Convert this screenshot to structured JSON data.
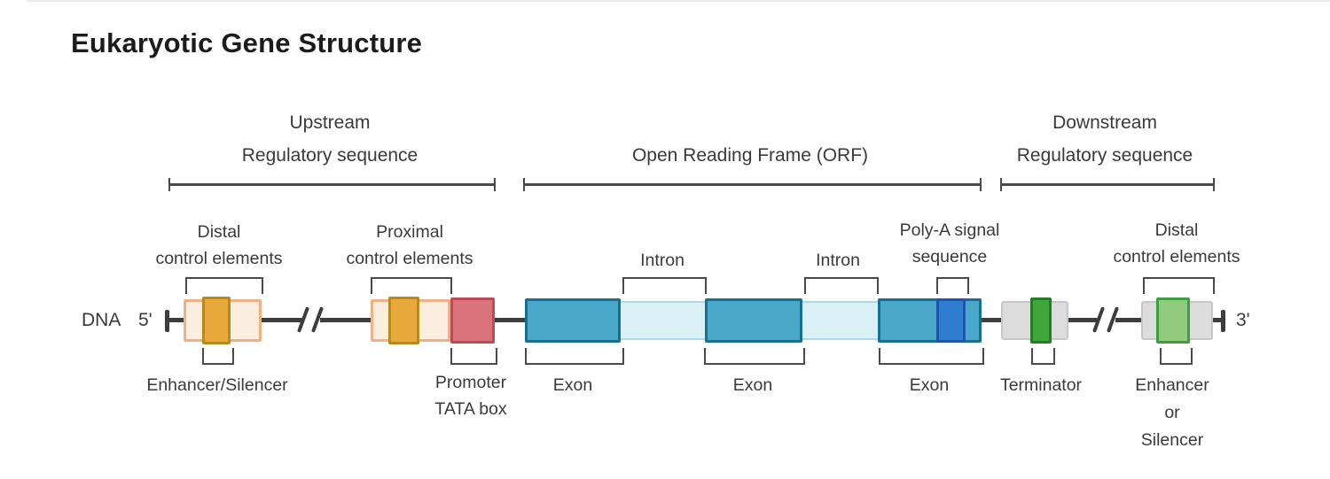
{
  "page": {
    "title": "Eukaryotic Gene Structure"
  },
  "sections": {
    "upstream": {
      "line1": "Upstream",
      "line2": "Regulatory sequence"
    },
    "orf": {
      "label": "Open Reading Frame (ORF)"
    },
    "downstream": {
      "line1": "Downstream",
      "line2": "Regulatory sequence"
    }
  },
  "dna": {
    "label": "DNA",
    "five_prime": "5'",
    "three_prime": "3'"
  },
  "upstream_features": {
    "distal": {
      "line1": "Distal",
      "line2": "control elements"
    },
    "enhancer_silencer": "Enhancer/Silencer",
    "proximal": {
      "line1": "Proximal",
      "line2": "control elements"
    },
    "promoter": {
      "line1": "Promoter",
      "line2": "TATA box"
    }
  },
  "orf_features": {
    "intron1": "Intron",
    "intron2": "Intron",
    "polya": {
      "line1": "Poly-A signal",
      "line2": "sequence"
    },
    "exon1": "Exon",
    "exon2": "Exon",
    "exon3": "Exon"
  },
  "downstream_features": {
    "terminator": "Terminator",
    "distal": {
      "line1": "Distal",
      "line2": "control elements"
    },
    "enhancer_or_silencer": {
      "line1": "Enhancer",
      "line2": "or",
      "line3": "Silencer"
    }
  },
  "colors": {
    "title_text": "#1c1c1c",
    "label_text": "#3a3a3a",
    "line": "#3d3d3d",
    "bracket": "#4a4a4a",
    "cream_fill": "#fbeede",
    "cream_border": "#f0b083",
    "gold_fill": "#e9a83b",
    "gold_border": "#b8891b",
    "red_fill": "#d9737c",
    "red_border": "#bc4b57",
    "exon_fill": "#4aa8c8",
    "exon_border": "#17708f",
    "intron_fill": "#d9f0f6",
    "intron_border": "#a9dae6",
    "polya_fill": "#2f7dd1",
    "polya_border": "#1c55a9",
    "gray_fill": "#dcdcdc",
    "gray_border": "#c7c7c7",
    "green_dark_fill": "#3fa63c",
    "green_dark_border": "#237d23",
    "green_light_fill": "#91cb7e",
    "green_light_border": "#3c9e3c"
  }
}
